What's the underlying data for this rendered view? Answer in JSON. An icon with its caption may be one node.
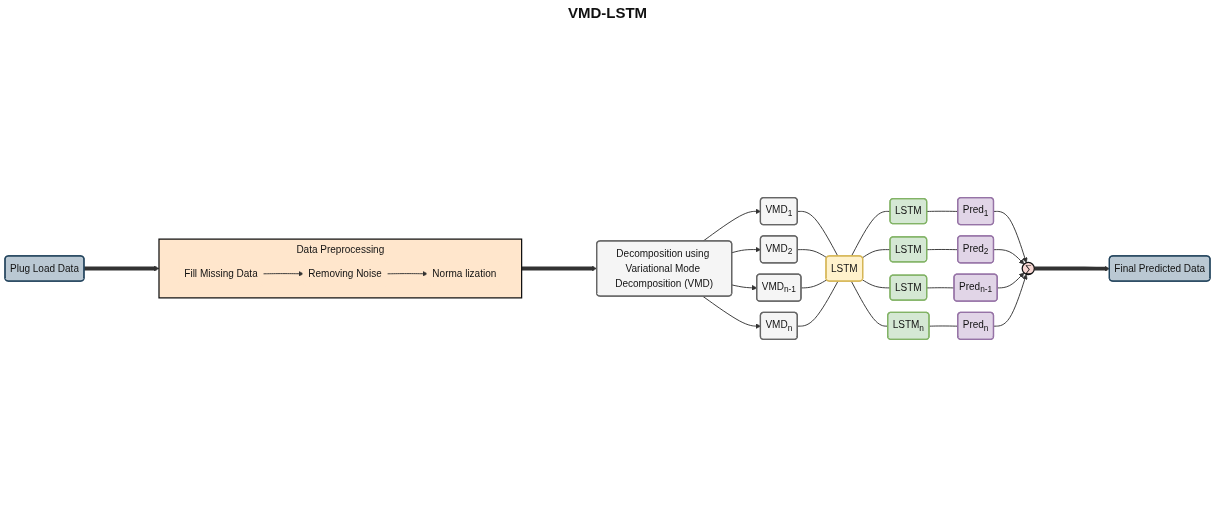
{
  "diagram": {
    "nodes": [
      {
        "text": [
          "Plug Load Data"
        ]
      },
      {
        "text": [
          "Data Preprocessing"
        ]
      },
      {
        "text": [
          "Fill Missing Data"
        ],
        "in": 1
      },
      {
        "text": [
          "Removing Noise"
        ],
        "in": 1
      },
      {
        "text": [
          "Norma lization"
        ],
        "in": 1
      },
      {
        "text": [
          "Decomposition using Variational Mode Decomposition (VMD)"
        ]
      },
      {
        "text": [
          "VMD$_{1}$"
        ]
      },
      {
        "text": [
          "VMD$_{2}$"
        ]
      },
      {
        "text": [
          "VMD$_{n-1}$"
        ]
      },
      {
        "text": [
          "VMD$_{n}$"
        ]
      },
      {
        "text": [
          "LSTM"
        ]
      },
      {
        "text": [
          "LSTM"
        ]
      },
      {
        "text": [
          "LSTM"
        ]
      },
      {
        "text": [
          "LSTM"
        ]
      },
      {
        "text": [
          "LSTM$_{n}$"
        ]
      },
      {
        "text": [
          "Pred$_{1}$"
        ]
      },
      {
        "text": [
          "Pred$_{2}$"
        ]
      },
      {
        "text": [
          "Pred$_{n-1}$"
        ]
      },
      {
        "text": [
          "Pred$_{n}$"
        ]
      },
      {
        "text": [
          "∑"
        ]
      },
      {
        "text": [
          "Final Predicted Data"
        ]
      }
    ],
    "edges": [
      {
        "from": 0,
        "to": 1,
        "arrow": "to",
        "style": "thick"
      },
      {
        "from": 2,
        "to": 3,
        "arrow": "to"
      },
      {
        "from": 3,
        "to": 4,
        "arrow": "to"
      },
      {
        "from": 1,
        "to": 5,
        "arrow": "to",
        "style": "thick"
      },
      {
        "from": 5,
        "to": 6,
        "arrow": "to"
      },
      {
        "from": 5,
        "to": 7,
        "arrow": "to"
      },
      {
        "from": 5,
        "to": 8,
        "arrow": "to"
      },
      {
        "from": 5,
        "to": 9,
        "arrow": "to"
      },
      {
        "from": 6,
        "to": 10,
        "arrow": "none"
      },
      {
        "from": 7,
        "to": 10,
        "arrow": "none"
      },
      {
        "from": 8,
        "to": 10,
        "arrow": "none"
      },
      {
        "from": 9,
        "to": 10,
        "arrow": "none"
      },
      {
        "from": 10,
        "to": 11,
        "arrow": "none"
      },
      {
        "from": 10,
        "to": 12,
        "arrow": "none"
      },
      {
        "from": 10,
        "to": 13,
        "arrow": "none"
      },
      {
        "from": 10,
        "to": 14,
        "arrow": "none"
      },
      {
        "from": 11,
        "to": 15,
        "arrow": "none"
      },
      {
        "from": 12,
        "to": 16,
        "arrow": "none"
      },
      {
        "from": 13,
        "to": 17,
        "arrow": "none"
      },
      {
        "from": 14,
        "to": 18,
        "arrow": "none"
      },
      {
        "from": 15,
        "to": 19,
        "arrow": "to"
      },
      {
        "from": 16,
        "to": 19,
        "arrow": "to"
      },
      {
        "from": 17,
        "to": 19,
        "arrow": "to"
      },
      {
        "from": 18,
        "to": 19,
        "arrow": "to"
      },
      {
        "from": 19,
        "to": 20,
        "arrow": "to",
        "style": "thick"
      }
    ],
    "labels": [
      "VMD-LSTM"
    ]
  }
}
